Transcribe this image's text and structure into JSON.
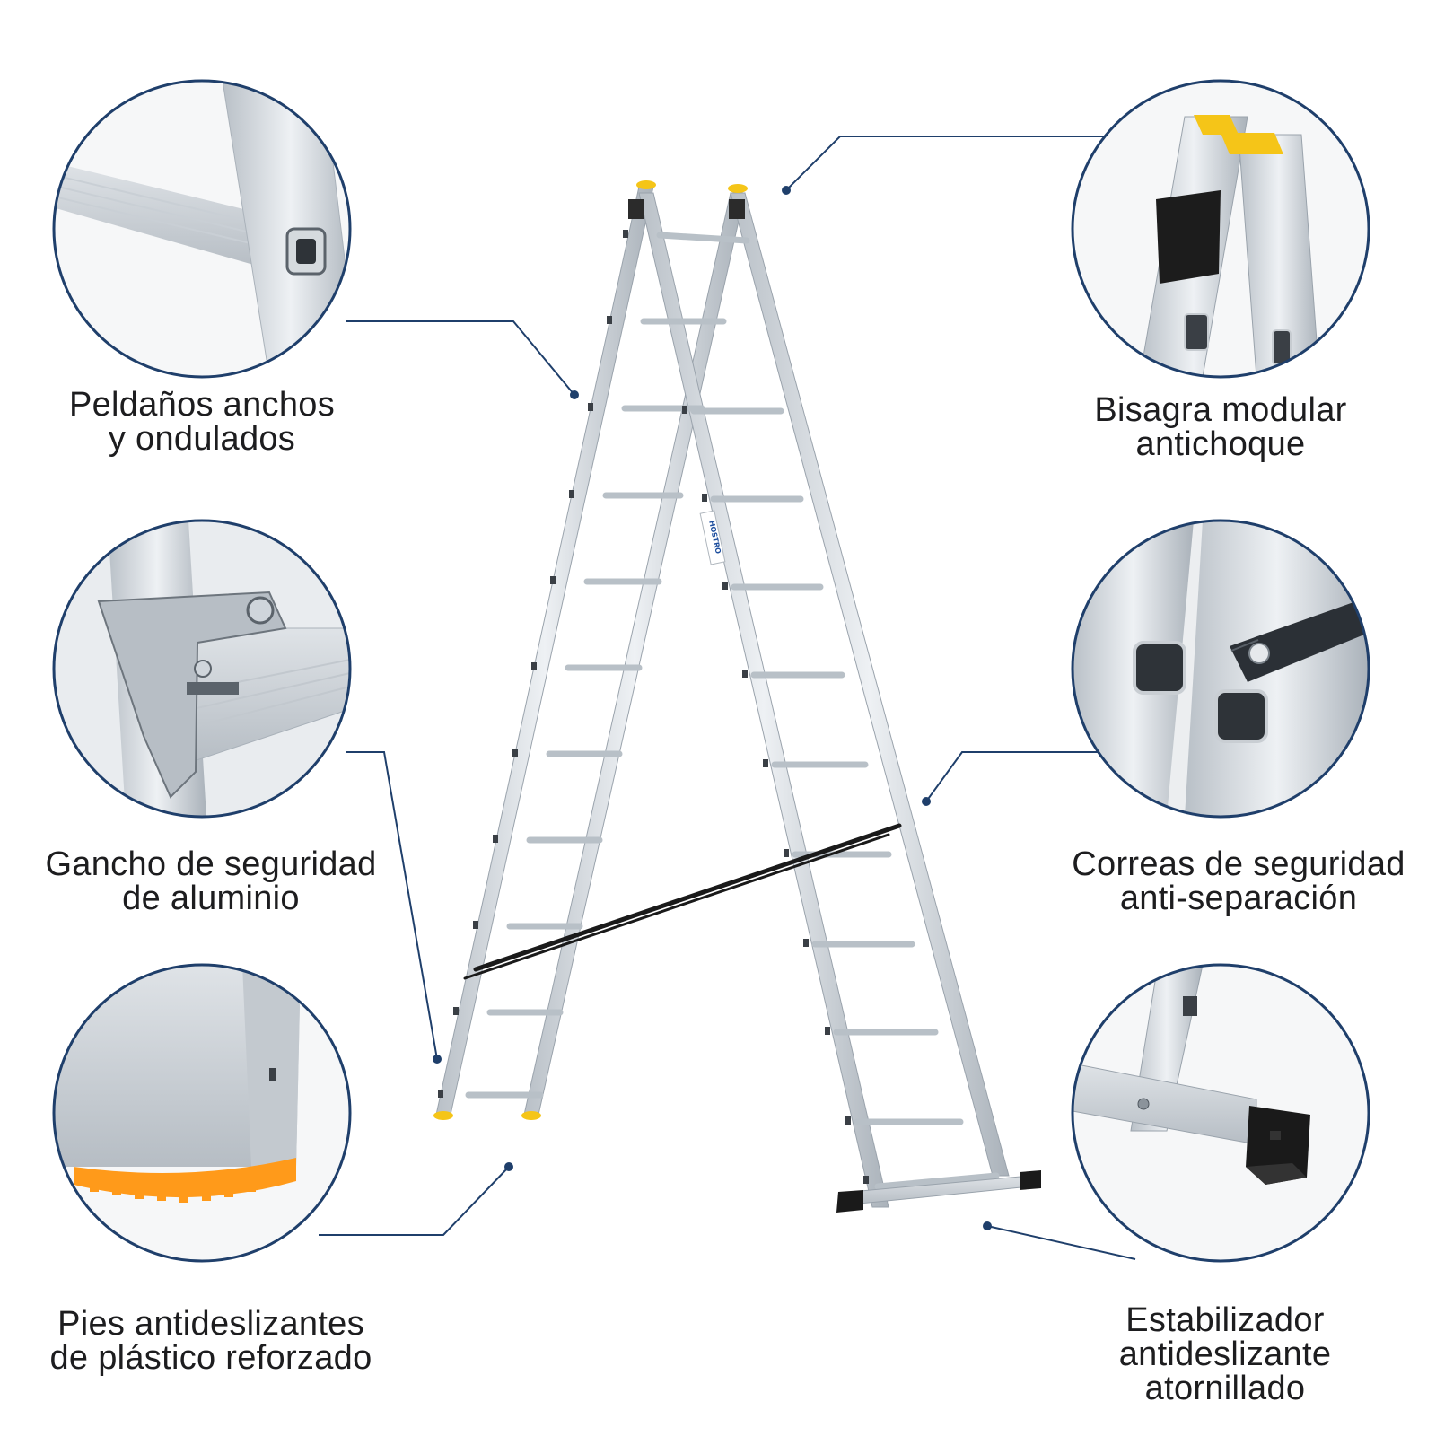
{
  "theme": {
    "circle_stroke": "#1f3f6b",
    "leader_stroke": "#1f3f6b",
    "aluminium": "#cfd5db",
    "accent_yellow": "#f5c518",
    "foot_orange": "#ff9a1a",
    "rubber_black": "#1a1a1a"
  },
  "product": {
    "brand_label": "HOSTRO"
  },
  "features": [
    {
      "id": "rungs",
      "lines": [
        "Peldaños anchos",
        "y ondulados"
      ],
      "icon": "rung-closeup-icon"
    },
    {
      "id": "hinge",
      "lines": [
        "Bisagra modular",
        "antichoque"
      ],
      "icon": "hinge-closeup-icon"
    },
    {
      "id": "hook",
      "lines": [
        "Gancho de seguridad",
        "de aluminio"
      ],
      "icon": "hook-closeup-icon"
    },
    {
      "id": "straps",
      "lines": [
        "Correas de seguridad",
        "anti-separación"
      ],
      "icon": "strap-closeup-icon"
    },
    {
      "id": "feet",
      "lines": [
        "Pies antideslizantes",
        "de plástico reforzado"
      ],
      "icon": "foot-closeup-icon"
    },
    {
      "id": "stabilizer",
      "lines": [
        "Estabilizador",
        "antideslizante",
        "atornillado"
      ],
      "icon": "stabilizer-closeup-icon"
    }
  ]
}
